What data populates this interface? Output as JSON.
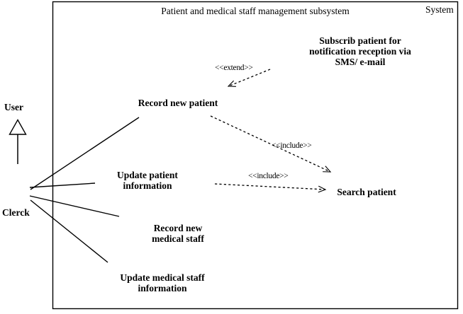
{
  "diagram": {
    "type": "uml-use-case-diagram",
    "system_label": "System",
    "boundary_title": "Patient and medical staff management subsystem",
    "actors": [
      {
        "id": "user",
        "name": "User"
      },
      {
        "id": "clerck",
        "name": "Clerck"
      }
    ],
    "use_cases": [
      {
        "id": "record-new-patient",
        "name": "Record new patient"
      },
      {
        "id": "subscribe-notification",
        "name": "Subscrib patient for\nnotification reception via\nSMS/ e-mail"
      },
      {
        "id": "update-patient-information",
        "name": "Update patient\ninformation"
      },
      {
        "id": "record-new-medical-staff",
        "name": "Record new\nmedical staff"
      },
      {
        "id": "update-medical-staff-information",
        "name": "Update medical staff\ninformation"
      },
      {
        "id": "search-patient",
        "name": "Search patient"
      }
    ],
    "relationships": [
      {
        "id": "extend-subscribe-record",
        "stereotype": "<<extend>>",
        "kind": "extend",
        "from": "subscribe-notification",
        "to": "record-new-patient"
      },
      {
        "id": "include-record-search",
        "stereotype": "<<include>>",
        "kind": "include",
        "from": "record-new-patient",
        "to": "search-patient"
      },
      {
        "id": "include-update-search",
        "stereotype": "<<include>>",
        "kind": "include",
        "from": "update-patient-information",
        "to": "search-patient"
      }
    ],
    "associations": [
      {
        "id": "clerck-record-new-patient",
        "from": "clerck",
        "to": "record-new-patient"
      },
      {
        "id": "clerck-update-patient-information",
        "from": "clerck",
        "to": "update-patient-information"
      },
      {
        "id": "clerck-record-new-medical-staff",
        "from": "clerck",
        "to": "record-new-medical-staff"
      },
      {
        "id": "clerck-update-medical-staff-information",
        "from": "clerck",
        "to": "update-medical-staff-information"
      }
    ],
    "generalization": {
      "id": "clerck-to-user",
      "from": "clerck",
      "to": "user"
    },
    "colors": {
      "stroke": "#000000",
      "text": "#000000",
      "background": "#ffffff"
    }
  }
}
